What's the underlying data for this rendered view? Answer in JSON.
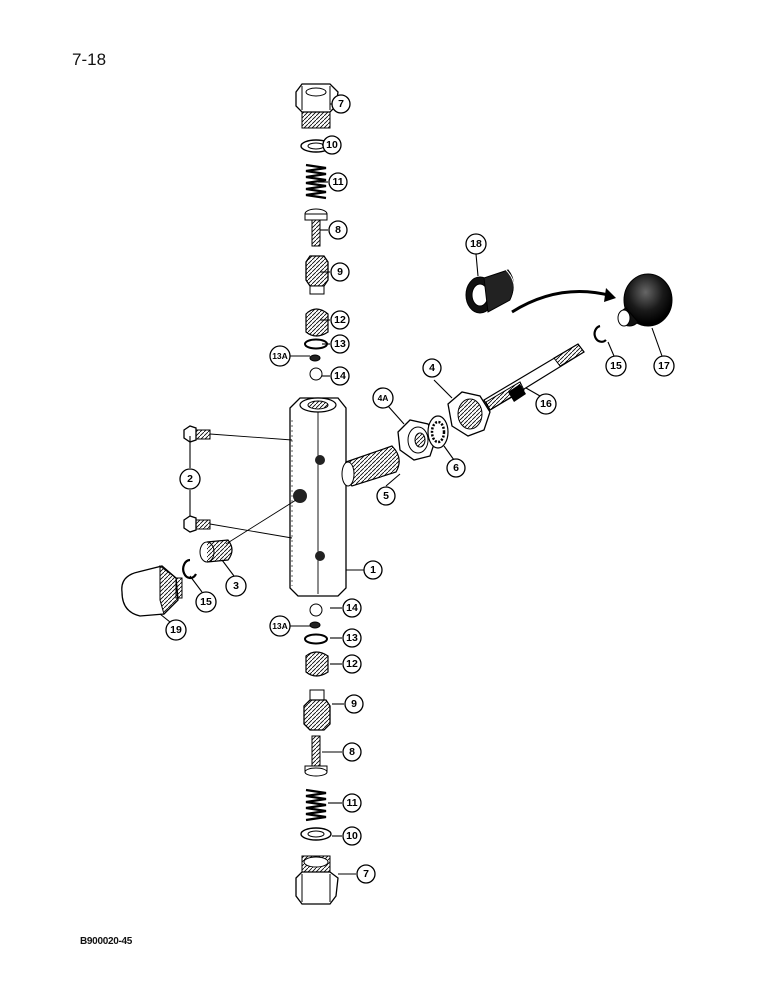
{
  "header": {
    "page_number": "7-18"
  },
  "footer": {
    "figure_code": "B900020-45"
  },
  "callouts": {
    "c1": "1",
    "c2": "2",
    "c3": "3",
    "c4": "4",
    "c4a": "4A",
    "c5": "5",
    "c6": "6",
    "c7_top": "7",
    "c8_top": "8",
    "c9_top": "9",
    "c10_top": "10",
    "c11_top": "11",
    "c12_top": "12",
    "c13_top": "13",
    "c13a_top": "13A",
    "c14_top": "14",
    "c7_bottom": "7",
    "c8_bottom": "8",
    "c9_bottom": "9",
    "c10_bottom": "10",
    "c11_bottom": "11",
    "c12_bottom": "12",
    "c13_bottom": "13",
    "c13a_bottom": "13A",
    "c14_bottom": "14",
    "c15_left": "15",
    "c15_right": "15",
    "c16": "16",
    "c17": "17",
    "c18": "18",
    "c19": "19"
  }
}
